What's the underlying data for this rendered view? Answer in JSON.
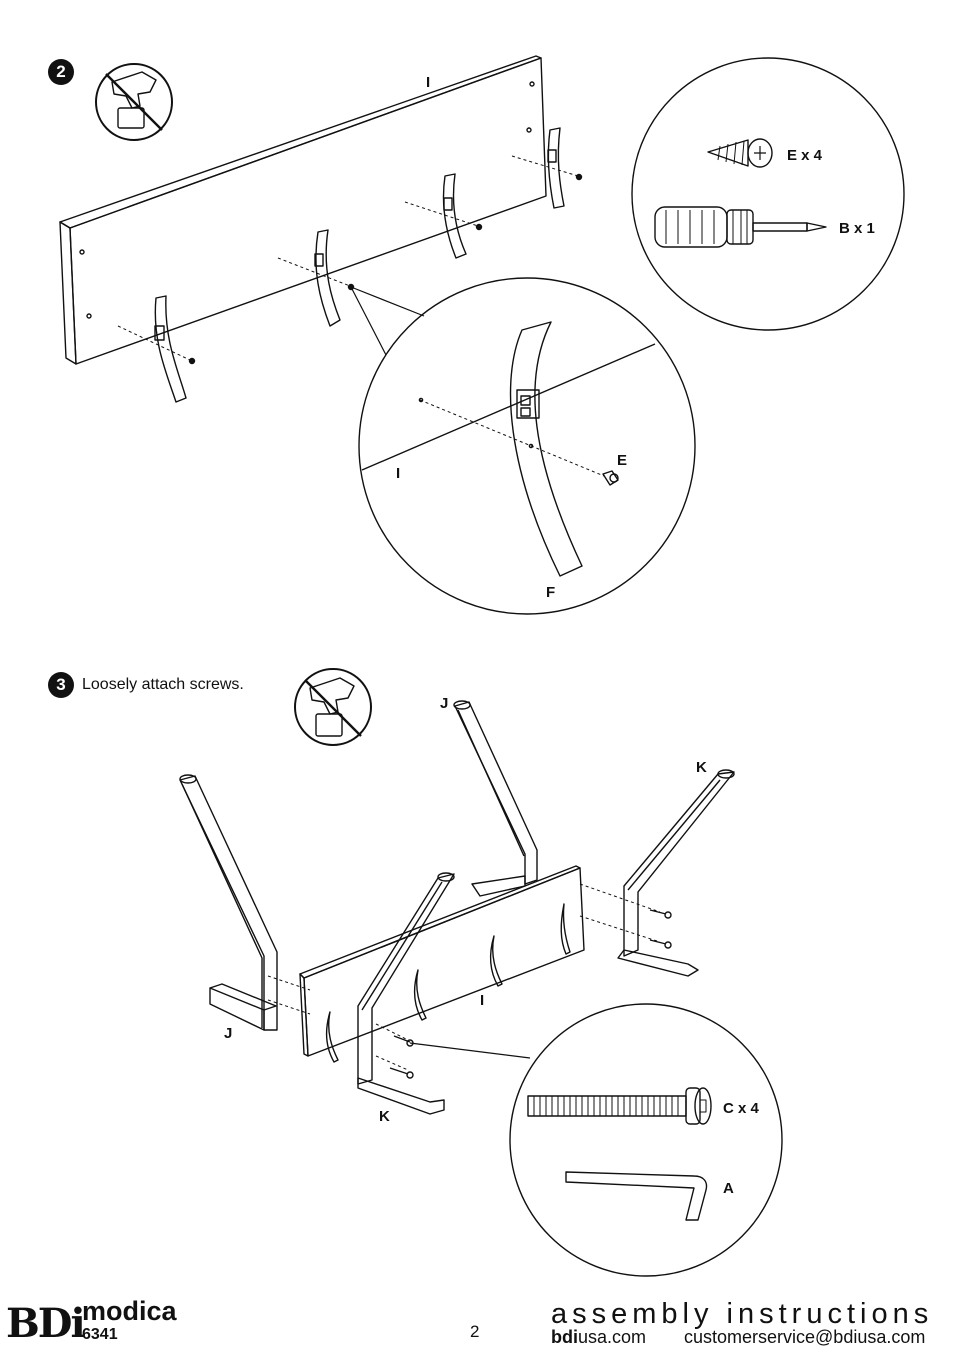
{
  "step2": {
    "number": "2",
    "labels": {
      "panel": "I",
      "detail_panel": "I",
      "screw": "E",
      "hook": "F"
    },
    "parts": [
      {
        "name": "E x 4"
      },
      {
        "name": "B x 1"
      }
    ]
  },
  "step3": {
    "number": "3",
    "instruction": "Loosely attach screws.",
    "labels": {
      "leg_j_top": "J",
      "leg_j_left": "J",
      "leg_k_right": "K",
      "leg_k_front": "K",
      "panel": "I"
    },
    "parts": [
      {
        "name": "C x 4"
      },
      {
        "name": "A"
      }
    ]
  },
  "footer": {
    "brand": "BDi",
    "product_name": "modica",
    "product_code": "6341",
    "page_number": "2",
    "title": "assembly instructions",
    "website_bold": "bdi",
    "website_rest": "usa.com",
    "email": "customerservice@bdiusa.com"
  }
}
